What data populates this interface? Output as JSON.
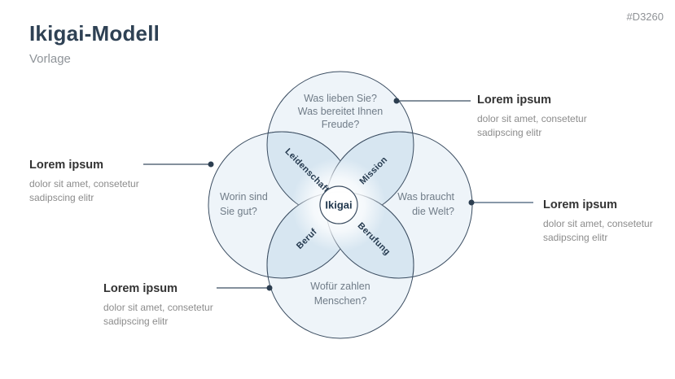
{
  "page": {
    "title": "Ikigai-Modell",
    "subtitle": "Vorlage",
    "code": "#D3260"
  },
  "colors": {
    "accent_dark": "#3b4d61",
    "circle_fill": "#eef4f9",
    "petal_fill": "#d7e6f1",
    "dot_navy": "#2c3e50",
    "connector_gray": "#8898a8",
    "question_text": "#707c88",
    "callout_title": "#333333",
    "callout_body": "#8c8c8c"
  },
  "diagram": {
    "center_label": "Ikigai",
    "petals": {
      "top_left": "Leidenschaft",
      "top_right": "Mission",
      "bottom_left": "Beruf",
      "bottom_right": "Berufung"
    },
    "circles": {
      "top": {
        "line1": "Was lieben Sie?",
        "line2": "Was bereitet Ihnen",
        "line3": "Freude?"
      },
      "left": {
        "line1": "Worin sind",
        "line2": "Sie gut?"
      },
      "right": {
        "line1": "Was braucht",
        "line2": "die Welt?"
      },
      "bottom": {
        "line1": "Wofür zahlen",
        "line2": "Menschen?"
      }
    }
  },
  "callouts": {
    "left": {
      "title": "Lorem ipsum",
      "body1": "dolor sit amet, consetetur",
      "body2": "sadipscing elitr"
    },
    "top_right": {
      "title": "Lorem ipsum",
      "body1": "dolor sit amet, consetetur",
      "body2": "sadipscing elitr"
    },
    "right": {
      "title": "Lorem ipsum",
      "body1": "dolor sit amet, consetetur",
      "body2": "sadipscing elitr"
    },
    "bottom_left": {
      "title": "Lorem ipsum",
      "body1": "dolor sit amet, consetetur",
      "body2": "sadipscing elitr"
    }
  }
}
